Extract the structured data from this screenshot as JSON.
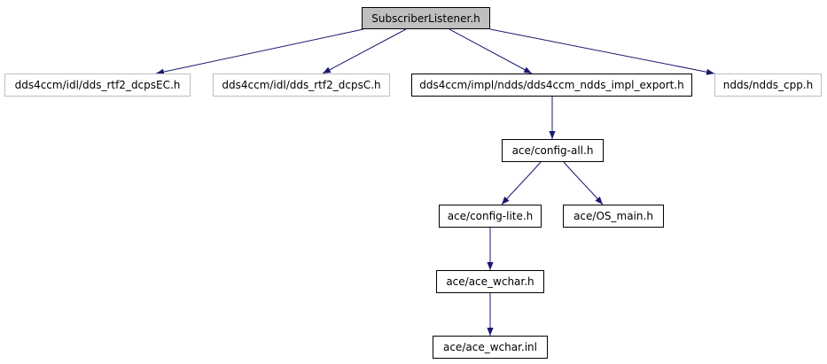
{
  "nodes": {
    "root": "SubscriberListener.h",
    "rtf2_ec": "dds4ccm/idl/dds_rtf2_dcpsEC.h",
    "rtf2_c": "dds4ccm/idl/dds_rtf2_dcpsC.h",
    "impl_export": "dds4ccm/impl/ndds/dds4ccm_ndds_impl_export.h",
    "ndds_cpp": "ndds/ndds_cpp.h",
    "config_all": "ace/config-all.h",
    "config_lite": "ace/config-lite.h",
    "os_main": "ace/OS_main.h",
    "ace_wchar_h": "ace/ace_wchar.h",
    "ace_wchar_inl": "ace/ace_wchar.inl"
  },
  "colors": {
    "edge": "#191970",
    "root_fill": "#bfbfbf",
    "external_border": "#bfbfbf"
  }
}
